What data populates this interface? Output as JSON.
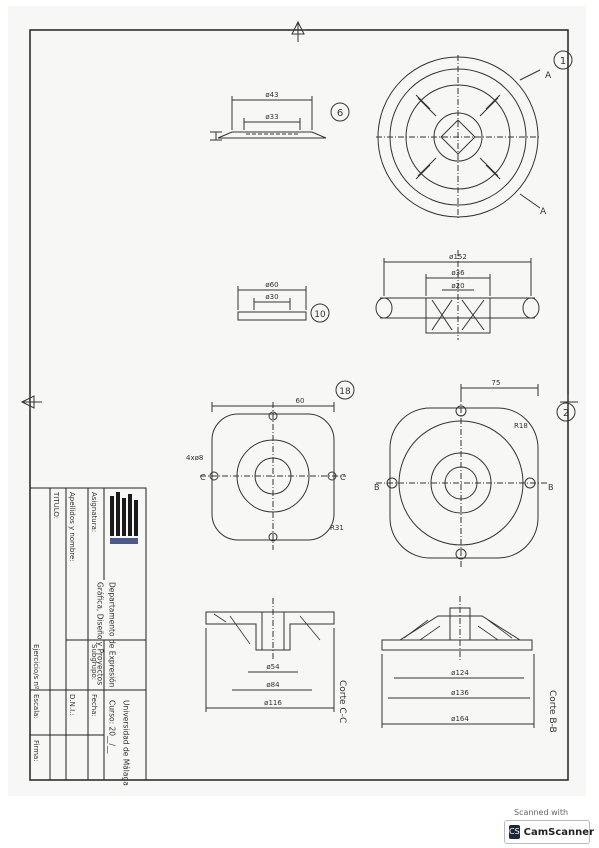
{
  "title_block": {
    "dept_line1": "Departamento de Expresión",
    "dept_line2": "Gráfica, Diseño y Proyectos",
    "university": "Universidad de Málaga",
    "course_label": "Curso: 20__/__",
    "asignatura_label": "Asignatura:",
    "subgrupo_label": "Subgrupo:",
    "fecha_label": "Fecha:",
    "apellidos_label": "Apellidos y nombre:",
    "dni_label": "D.N.I.:",
    "titulo_label": "TITULO:",
    "ejercicio_label": "Ejercicio/s nº:",
    "escala_label": "Escala:",
    "firma_label": "Firma:"
  },
  "parts": {
    "p1": "1",
    "p2": "2",
    "p6": "6",
    "p10": "10",
    "p18": "18"
  },
  "dims": {
    "d43": "ø43",
    "d33": "ø33",
    "d152": "ø152",
    "d36": "ø36",
    "d20": "ø20",
    "d60": "ø60",
    "d30": "ø30",
    "d60b": "60",
    "d75": "75",
    "d124": "ø124",
    "d136": "ø136",
    "d164": "ø164",
    "d54": "ø54",
    "d84": "ø84",
    "d116": "ø116",
    "r18": "R18",
    "r31": "R31",
    "d4x8": "4xø8"
  },
  "sections": {
    "cc": "Corte C-C",
    "bb": "Corte B-B",
    "a": "A",
    "b": "B",
    "c": "C"
  },
  "scanner": {
    "caption": "Scanned with",
    "brand": "CamScanner",
    "badge": "CS"
  }
}
